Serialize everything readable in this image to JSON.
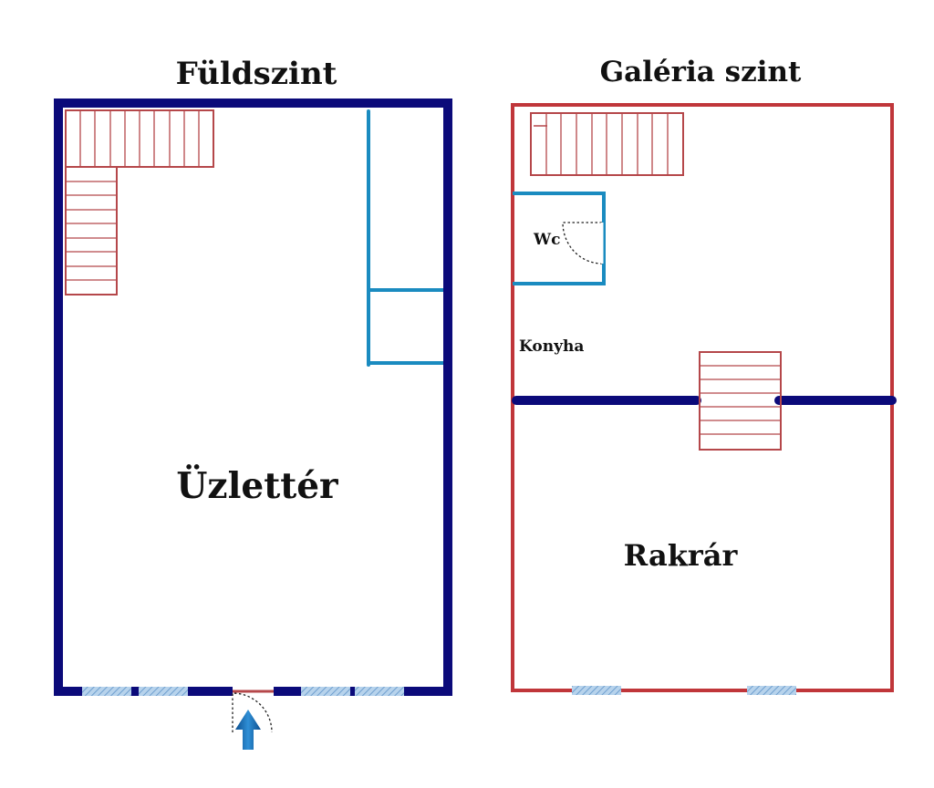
{
  "titles": {
    "ground_floor": "Füldszint",
    "gallery_floor": "Galéria szint"
  },
  "rooms": {
    "shop": "Üzlettér",
    "wc": "Wc",
    "kitchen": "Konyha",
    "storage": "Rakrár"
  },
  "colors": {
    "ground_wall": "#0b0a7a",
    "gallery_wall": "#c0363a",
    "partition": "#1a8bc0",
    "stairs": "#b5474a",
    "window": "#8fb8dd",
    "door_arrow": "#1f6fb3"
  },
  "icons": {
    "entrance": "up-arrow-icon"
  }
}
